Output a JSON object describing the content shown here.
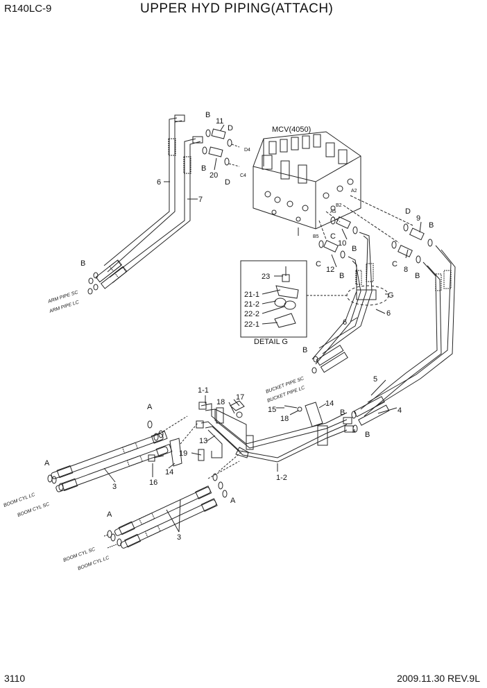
{
  "header": {
    "model": "R140LC-9",
    "title": "UPPER HYD PIPING(ATTACH)"
  },
  "footer": {
    "page": "3110",
    "revision": "2009.11.30  REV.9L"
  },
  "component": {
    "mcv": "MCV(4050)",
    "detail_title": "DETAIL G"
  },
  "ports": {
    "d4": "D4",
    "c4": "C4",
    "a2": "A2",
    "b2": "B2",
    "a5": "A5",
    "b5": "B5"
  },
  "pipe_labels": {
    "arm_sc": "ARM PIPE SC",
    "arm_lc": "ARM PIPE LC",
    "bucket_sc": "BUCKET PIPE SC",
    "bucket_lc": "BUCKET PIPE LC",
    "boom_lc_1": "BOOM CYL LC",
    "boom_sc_1": "BOOM CYL SC",
    "boom_sc_2": "BOOM CYL SC",
    "boom_lc_2": "BOOM CYL LC"
  },
  "callouts": {
    "p11": "11",
    "p20": "20",
    "p6a": "6",
    "p7": "7",
    "p9": "9",
    "p10": "10",
    "p12": "12",
    "p8": "8",
    "p23": "23",
    "p21_1": "21-1",
    "p21_2": "21-2",
    "p22_2": "22-2",
    "p22_1": "22-1",
    "g": "G",
    "p6b": "6",
    "p6c": "6",
    "p5": "5",
    "p4": "4",
    "p1_1": "1-1",
    "p17": "17",
    "p18a": "18",
    "p15": "15",
    "p18b": "18",
    "p14a": "14",
    "p13": "13",
    "p19": "19",
    "p14b": "14",
    "p16": "16",
    "p3a": "3",
    "p3b": "3",
    "p1_2": "1-2",
    "b1": "B",
    "d1": "D",
    "b2": "B",
    "d2": "D",
    "b3": "B",
    "d3": "D",
    "b4": "B",
    "c1": "C",
    "b5": "B",
    "c2": "C",
    "b6": "B",
    "c3": "C",
    "b7": "B",
    "b8": "B",
    "b9": "B",
    "b10": "B",
    "b11": "B",
    "b12": "B",
    "a1": "A",
    "a2": "A",
    "a3": "A",
    "a4": "A"
  }
}
